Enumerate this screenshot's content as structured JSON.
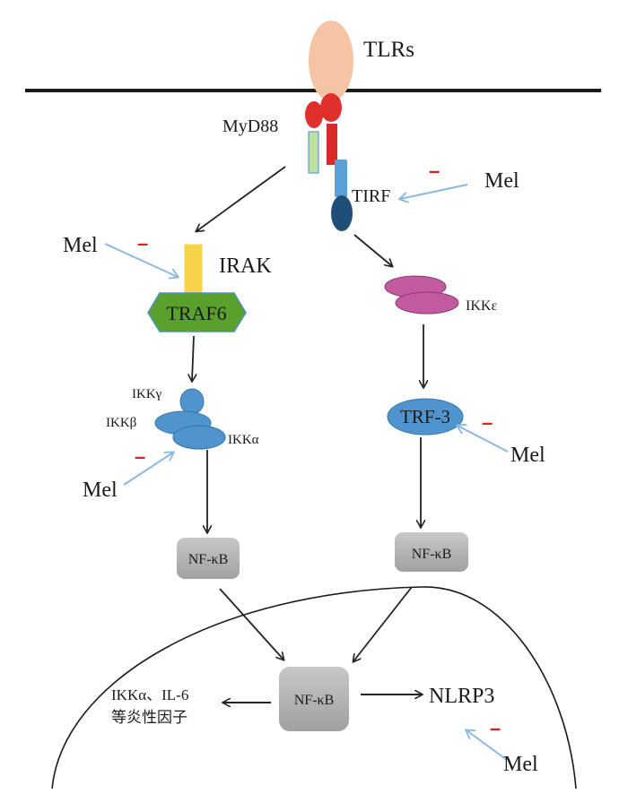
{
  "receptor": {
    "label": "TLRs"
  },
  "adapters": {
    "myd88": "MyD88",
    "tirf": "TIRF"
  },
  "left_pathway": {
    "irak": "IRAK",
    "traf6": "TRAF6",
    "ikk_gamma": "IKKγ",
    "ikk_beta": "IKKβ",
    "ikk_alpha": "IKKα",
    "nfkb": "NF-κB"
  },
  "right_pathway": {
    "ikk_epsilon": "IKKε",
    "trf3": "TRF-3",
    "nfkb": "NF-κB"
  },
  "nucleus": {
    "nfkb": "NF-κB",
    "output_left_line1": "IKKα、IL-6",
    "output_left_line2": "等炎性因子",
    "output_right": "NLRP3"
  },
  "inhibitor": {
    "label": "Mel",
    "sign": "–"
  },
  "colors": {
    "tlr": "#f4c4a4",
    "myd88": "#e0302c",
    "tirf_blue": "#5aa0d8",
    "tirf_dark": "#1f4e79",
    "irak": "#f7d34a",
    "traf6": "#5aa02c",
    "ikk": "#4f94cd",
    "ikke": "#c25aa0",
    "nfkb_box": "#b4b4b4",
    "inhibit_arrow": "#8ab8e0",
    "minus": "#e02020"
  }
}
